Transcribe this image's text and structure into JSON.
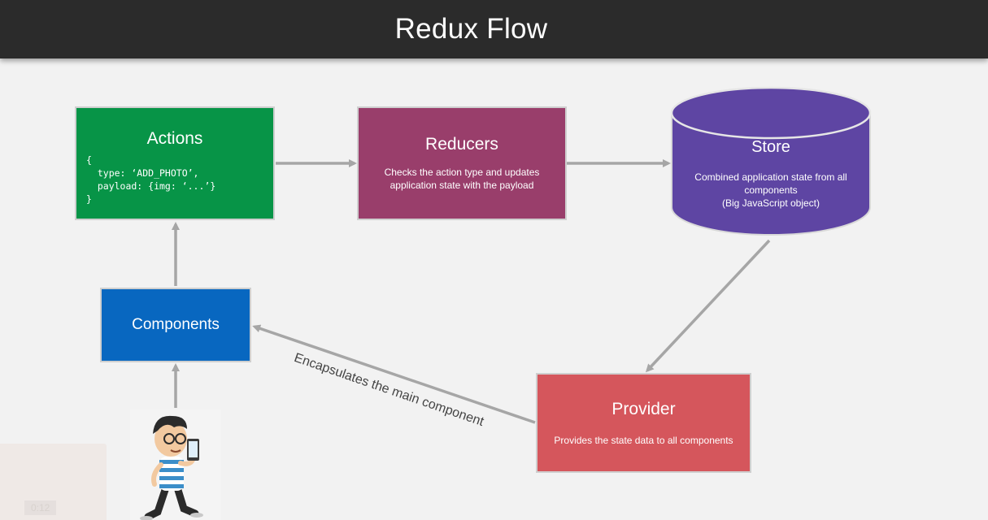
{
  "header": {
    "title": "Redux Flow"
  },
  "nodes": {
    "actions": {
      "heading": "Actions",
      "code": "{\n  type: ‘ADD_PHOTO’,\n  payload: {img: ‘...’}\n}"
    },
    "reducers": {
      "heading": "Reducers",
      "description": "Checks the action type and updates\napplication state with the payload"
    },
    "store": {
      "heading": "Store",
      "description": "Combined application state from all\ncomponents\n(Big JavaScript object)"
    },
    "components": {
      "heading": "Components"
    },
    "provider": {
      "heading": "Provider",
      "description": "Provides the state data to all components"
    }
  },
  "edges": [
    {
      "from": "actions",
      "to": "reducers",
      "label": ""
    },
    {
      "from": "reducers",
      "to": "store",
      "label": ""
    },
    {
      "from": "store",
      "to": "provider",
      "label": ""
    },
    {
      "from": "provider",
      "to": "components",
      "label": "Encapsulates the main component"
    },
    {
      "from": "components",
      "to": "actions",
      "label": ""
    },
    {
      "from": "user",
      "to": "components",
      "label": ""
    }
  ],
  "video": {
    "timestamp": "0:12"
  },
  "colors": {
    "header_bg": "#2b2b2b",
    "actions": "#079447",
    "reducers": "#993e6b",
    "store": "#5e45a3",
    "components": "#0867c0",
    "provider": "#d5565c",
    "arrow": "#a6a6a6"
  },
  "icons": {
    "user": "person-with-phone-illustration"
  }
}
